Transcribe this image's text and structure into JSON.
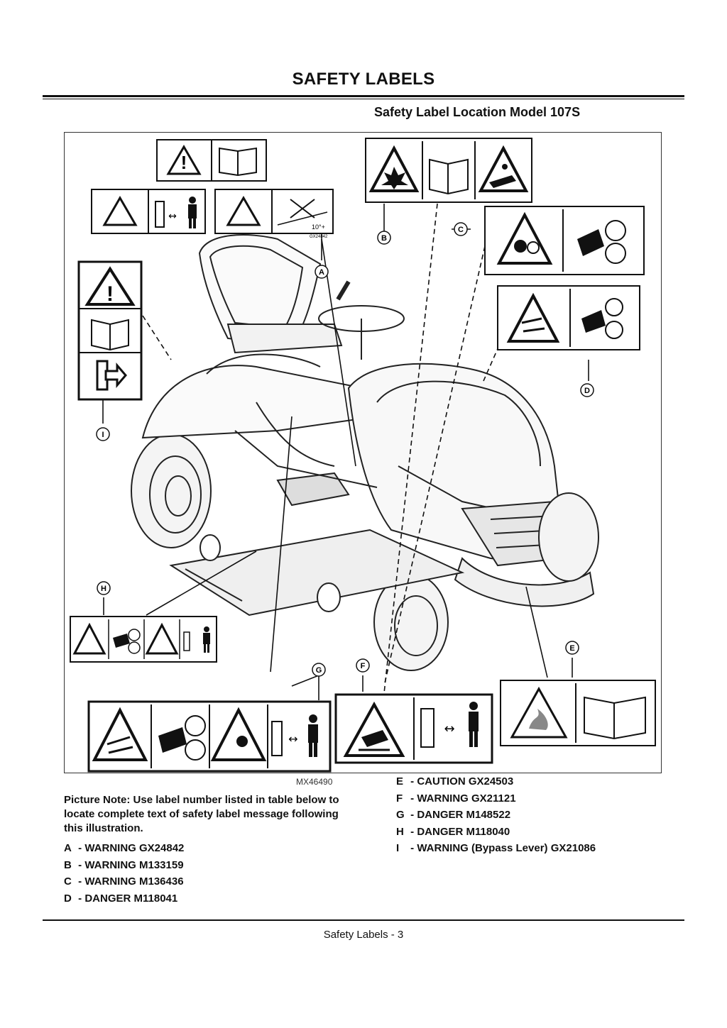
{
  "header": {
    "title": "SAFETY LABELS",
    "section_title": "Safety Label Location Model 107S"
  },
  "figure": {
    "figure_id": "MX46490",
    "callouts": [
      "A",
      "B",
      "C",
      "D",
      "E",
      "F",
      "G",
      "H",
      "I"
    ],
    "label_a_small_text_1": "10°+",
    "label_a_small_text_2": "GX24842"
  },
  "notes": {
    "picture_note": "Picture Note: Use label number listed in table below to locate complete text of safety label message following this illustration."
  },
  "labels_left": [
    {
      "letter": "A",
      "text": "- WARNING GX24842"
    },
    {
      "letter": "B",
      "text": "- WARNING M133159"
    },
    {
      "letter": "C",
      "text": "- WARNING M136436"
    },
    {
      "letter": "D",
      "text": "- DANGER M118041"
    }
  ],
  "labels_right": [
    {
      "letter": "E",
      "text": "- CAUTION GX24503"
    },
    {
      "letter": "F",
      "text": "- WARNING GX21121"
    },
    {
      "letter": "G",
      "text": "- DANGER M148522"
    },
    {
      "letter": "H",
      "text": "- DANGER M118040"
    },
    {
      "letter": "I",
      "text": "- WARNING (Bypass Lever) GX21086"
    }
  ],
  "footer": {
    "page_label": "Safety Labels - 3"
  },
  "icons": [
    "warning-triangle-icon",
    "manual-book-icon",
    "bystander-distance-icon",
    "explosion-icon",
    "caustic-hand-icon",
    "rotating-blade-icon",
    "bypass-lever-icon",
    "hot-surface-icon",
    "tractor-illustration"
  ]
}
